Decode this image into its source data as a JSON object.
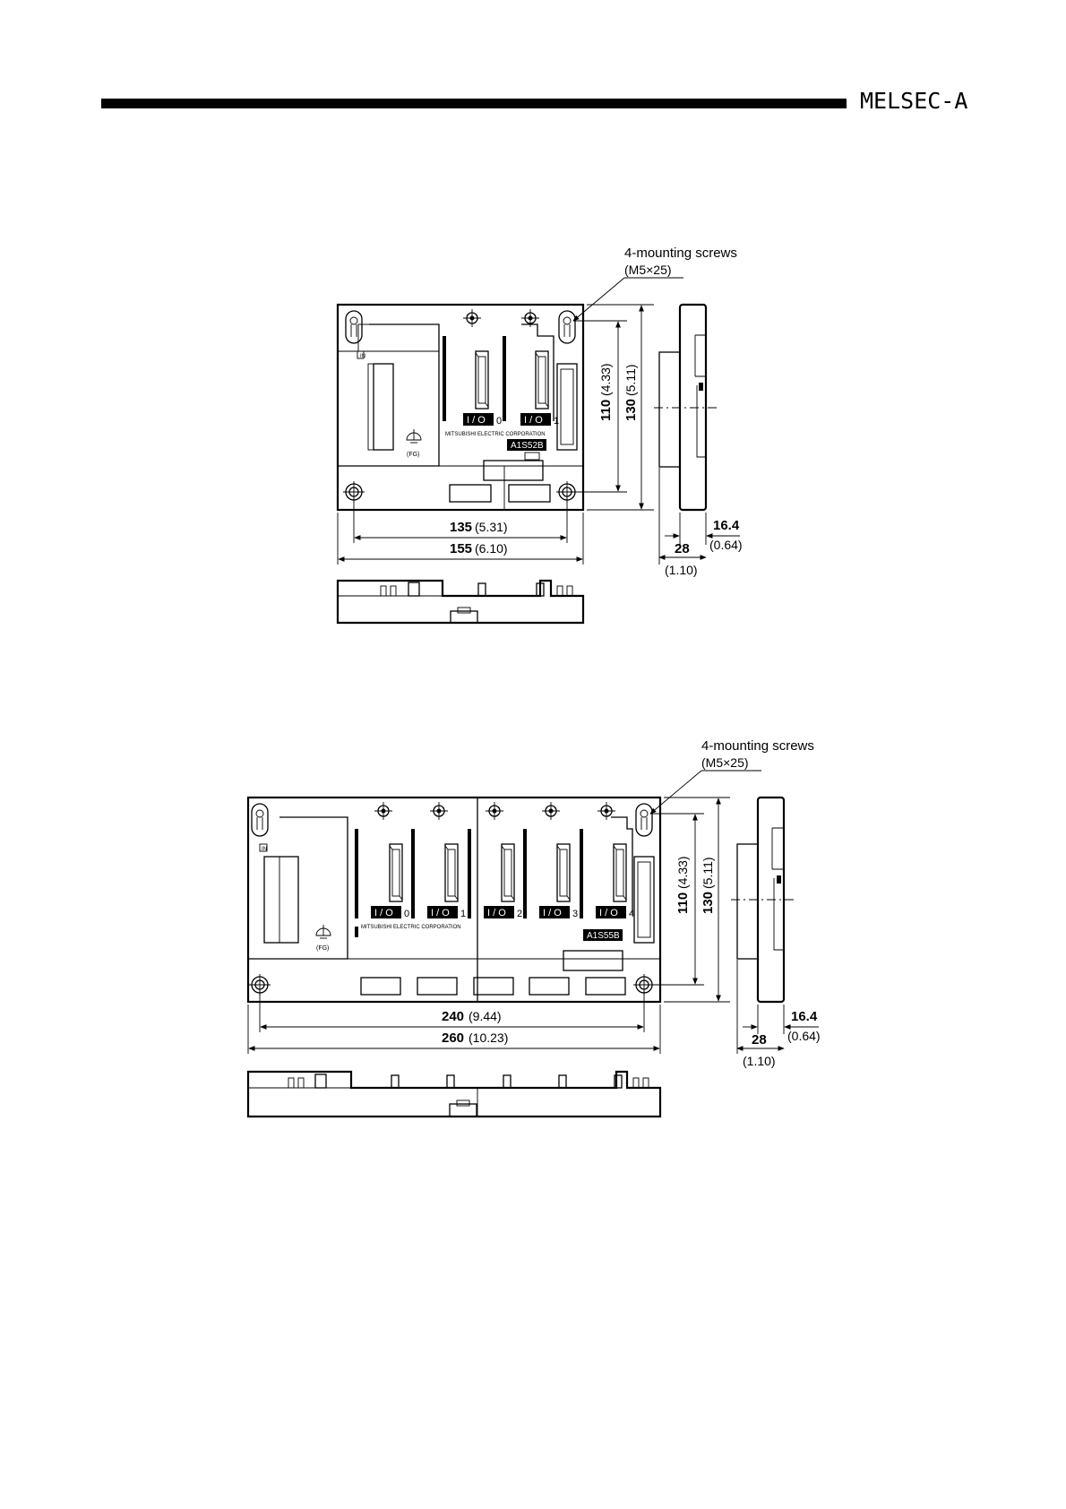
{
  "header": {
    "brand": "MELSEC-A"
  },
  "figures": [
    {
      "model": "A1S52B",
      "corporation": "MITSUBISHI ELECTRIC CORPORATION",
      "in_label": "IN",
      "fg_label": "(FG)",
      "slot_badge": "I / O",
      "slots": [
        "0",
        "1"
      ],
      "mounting": {
        "label": "4-mounting screws",
        "spec": "(M5×25)"
      },
      "dims": {
        "inner_width": "135",
        "inner_width_in": "(5.31)",
        "outer_width": "155",
        "outer_width_in": "(6.10)",
        "inner_height": "110",
        "inner_height_in": "(4.33)",
        "outer_height": "130",
        "outer_height_in": "(5.11)",
        "depth_a": "16.4",
        "depth_a_in": "(0.64)",
        "depth_b": "28",
        "depth_b_in": "(1.10)"
      }
    },
    {
      "model": "A1S55B",
      "corporation": "MITSUBISHI ELECTRIC CORPORATION",
      "in_label": "IN",
      "fg_label": "(FG)",
      "slot_badge": "I / O",
      "slots": [
        "0",
        "1",
        "2",
        "3",
        "4"
      ],
      "mounting": {
        "label": "4-mounting screws",
        "spec": "(M5×25)"
      },
      "dims": {
        "inner_width": "240",
        "inner_width_in": "(9.44)",
        "outer_width": "260",
        "outer_width_in": "(10.23)",
        "inner_height": "110",
        "inner_height_in": "(4.33)",
        "outer_height": "130",
        "outer_height_in": "(5.11)",
        "depth_a": "16.4",
        "depth_a_in": "(0.64)",
        "depth_b": "28",
        "depth_b_in": "(1.10)"
      }
    }
  ]
}
